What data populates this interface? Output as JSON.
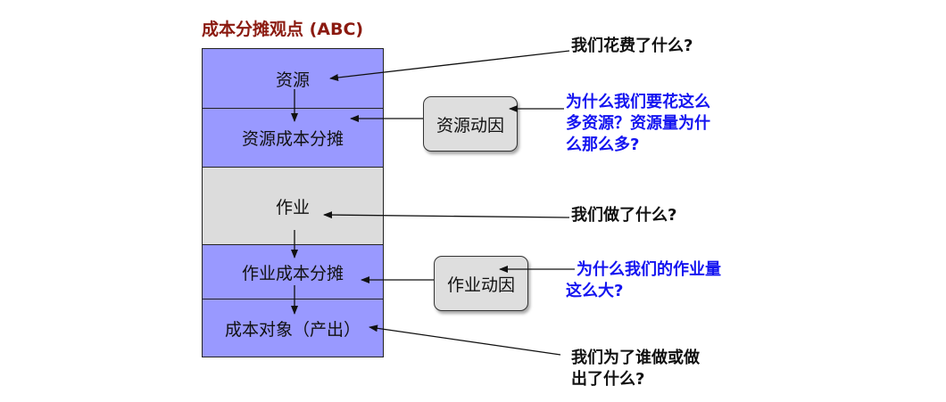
{
  "title": "成本分摊观点 (ABC)",
  "blocks": [
    {
      "label": "资源",
      "color": "#9999ff"
    },
    {
      "label": "资源成本分摊",
      "color": "#9999ff"
    },
    {
      "label": "作业",
      "color": "#dcdcdc"
    },
    {
      "label": "作业成本分摊",
      "color": "#9999ff"
    },
    {
      "label": "成本对象（产出）",
      "color": "#9999ff"
    }
  ],
  "drivers": {
    "resource": "资源动因",
    "activity": "作业动因"
  },
  "questions": {
    "q1": "我们花费了什么?",
    "q2_line1": "为什么我们要花这么",
    "q2_line2": "多资源？资源量为什",
    "q2_line3": "么那么多?",
    "q3": "我们做了什么?",
    "q4_line1": "为什么我们的作业量",
    "q4_line2": "这么大?",
    "q5_line1": "我们为了谁做或做",
    "q5_line2": "出了什么?"
  },
  "colors": {
    "title": "#8b1a10",
    "question_black": "#111111",
    "question_blue": "#1414f0"
  }
}
